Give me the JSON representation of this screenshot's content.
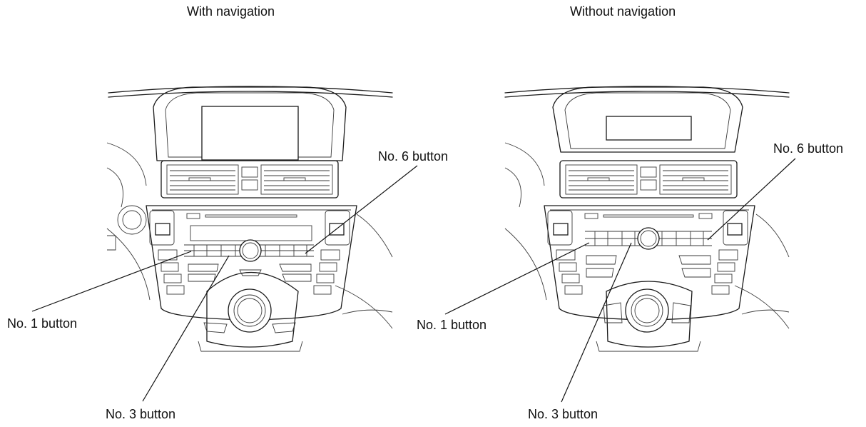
{
  "panels": [
    {
      "heading": "With navigation",
      "callouts": {
        "no6": "No. 6 button",
        "no1": "No. 1 button",
        "no3": "No. 3 button"
      }
    },
    {
      "heading": "Without navigation",
      "callouts": {
        "no6": "No. 6 button",
        "no1": "No. 1 button",
        "no3": "No. 3 button"
      }
    }
  ]
}
